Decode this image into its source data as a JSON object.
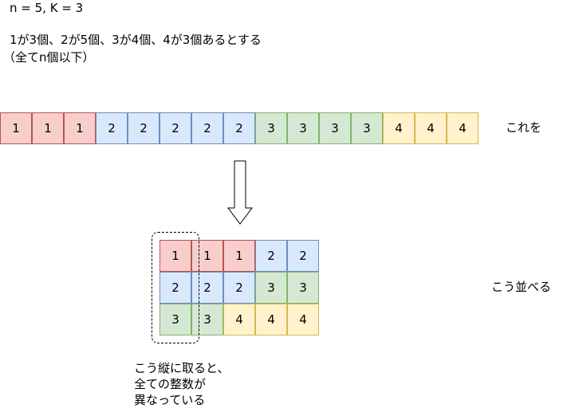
{
  "header": {
    "line1": "n = 5, K = 3",
    "line2": "1が3個、2が5個、3が4個、4が3個あるとする",
    "line3": "（全てn個以下）"
  },
  "sequence": [
    1,
    1,
    1,
    2,
    2,
    2,
    2,
    2,
    3,
    3,
    3,
    3,
    4,
    4,
    4
  ],
  "sequence_label": "これを",
  "grid": [
    [
      1,
      1,
      1,
      2,
      2
    ],
    [
      2,
      2,
      2,
      3,
      3
    ],
    [
      3,
      3,
      4,
      4,
      4
    ]
  ],
  "grid_label": "こう並べる",
  "note": {
    "line1": "こう縦に取ると、",
    "line2": "全ての整数が",
    "line3": "異なっている"
  },
  "colors": {
    "1": "#f8cecc",
    "2": "#dae8fc",
    "3": "#d5e8d4",
    "4": "#fff2cc"
  }
}
